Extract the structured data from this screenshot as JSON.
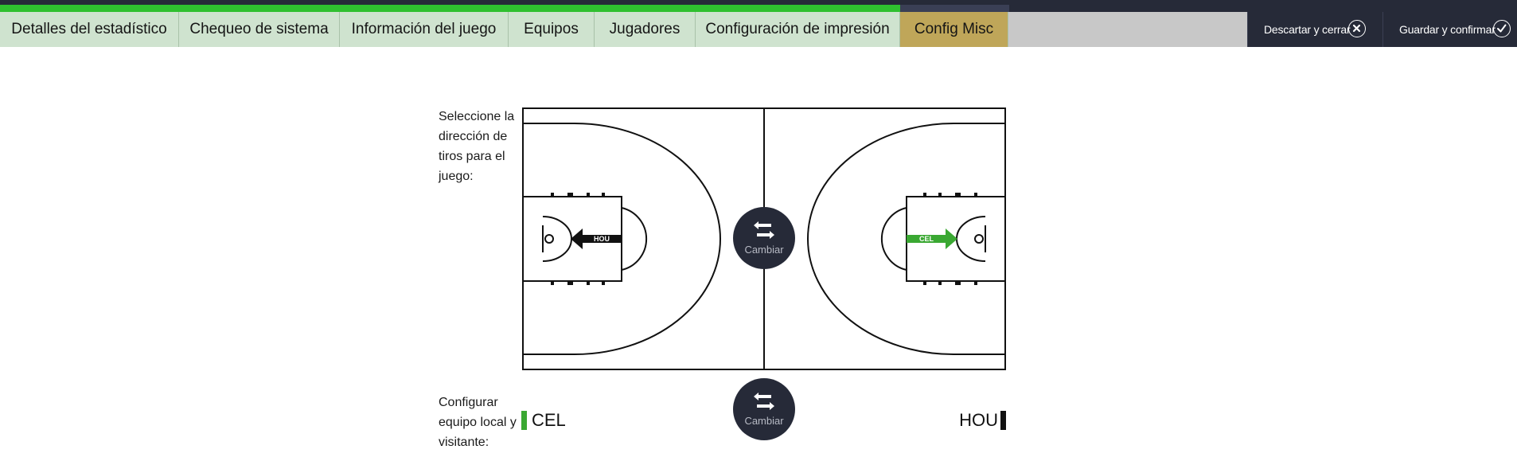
{
  "progress": {
    "fraction": 0.594,
    "color": "#2fc02f"
  },
  "tabs": [
    {
      "label": "Detalles del estadístico",
      "active": false
    },
    {
      "label": "Chequeo de sistema",
      "active": false
    },
    {
      "label": "Información del juego",
      "active": false
    },
    {
      "label": "Equipos",
      "active": false
    },
    {
      "label": "Jugadores",
      "active": false
    },
    {
      "label": "Configuración de impresión",
      "active": false
    },
    {
      "label": "Config Misc",
      "active": true
    }
  ],
  "actions": {
    "discard_label": "Descartar y cerrar",
    "discard_icon": "close-icon",
    "confirm_label": "Guardar y confirmar",
    "confirm_icon": "check-icon"
  },
  "direction": {
    "label": "Seleccione la dirección de tiros para el juego:",
    "left_team_abbr": "HOU",
    "left_arrow_color": "#111111",
    "right_team_abbr": "CEL",
    "right_arrow_color": "#3aa832",
    "swap_label": "Cambiar",
    "swap_icon": "swap-arrows-icon"
  },
  "home_away": {
    "label": "Configurar equipo local y visitante:",
    "home_team": "CEL",
    "home_color": "#3aa832",
    "away_team": "HOU",
    "away_color": "#111111",
    "swap_label": "Cambiar",
    "swap_icon": "swap-arrows-icon"
  }
}
